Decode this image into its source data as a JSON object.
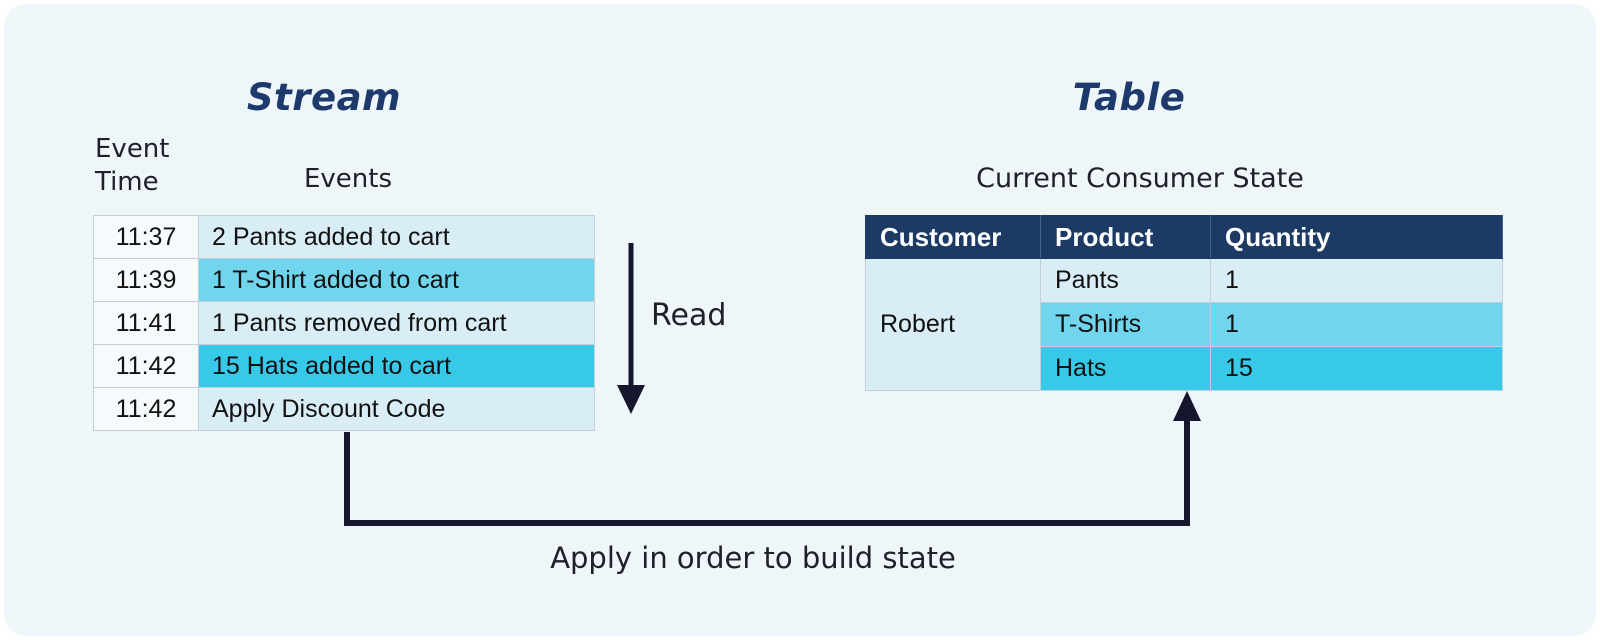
{
  "diagram_title_left": "Stream",
  "diagram_title_right": "Table",
  "stream": {
    "title": "Stream",
    "time_header_line1": "Event",
    "time_header_line2": "Time",
    "events_header": "Events",
    "rows": [
      {
        "time": "11:37",
        "event": "2 Pants added to cart",
        "highlight": "light"
      },
      {
        "time": "11:39",
        "event": "1 T-Shirt added to cart",
        "highlight": "medium"
      },
      {
        "time": "11:41",
        "event": "1 Pants removed from cart",
        "highlight": "light"
      },
      {
        "time": "11:42",
        "event": "15 Hats added to cart",
        "highlight": "bright"
      },
      {
        "time": "11:42",
        "event": "Apply Discount Code",
        "highlight": "light"
      }
    ]
  },
  "read_arrow": {
    "label": "Read",
    "direction": "down"
  },
  "state_table": {
    "title": "Table",
    "caption": "Current Consumer State",
    "headers": [
      "Customer",
      "Product",
      "Quantity"
    ],
    "customer": "Robert",
    "rows": [
      {
        "product": "Pants",
        "quantity": "1",
        "highlight": "light"
      },
      {
        "product": "T-Shirts",
        "quantity": "1",
        "highlight": "medium"
      },
      {
        "product": "Hats",
        "quantity": "15",
        "highlight": "bright"
      }
    ]
  },
  "apply_arrow": {
    "label": "Apply in order to build state",
    "direction": "stream-to-table"
  },
  "colors": {
    "panel_bg": "#eef6fa",
    "title_navy": "#1e3a6d",
    "header_navy": "#1c3a64",
    "row_light": "#d9edf6",
    "row_medium": "#70d5ed",
    "row_bright": "#38c8e8",
    "time_cell_bg": "#f6fafc",
    "cell_border": "#c2cfd6",
    "arrow_dark": "#16172f",
    "text_dark": "#20202a"
  }
}
